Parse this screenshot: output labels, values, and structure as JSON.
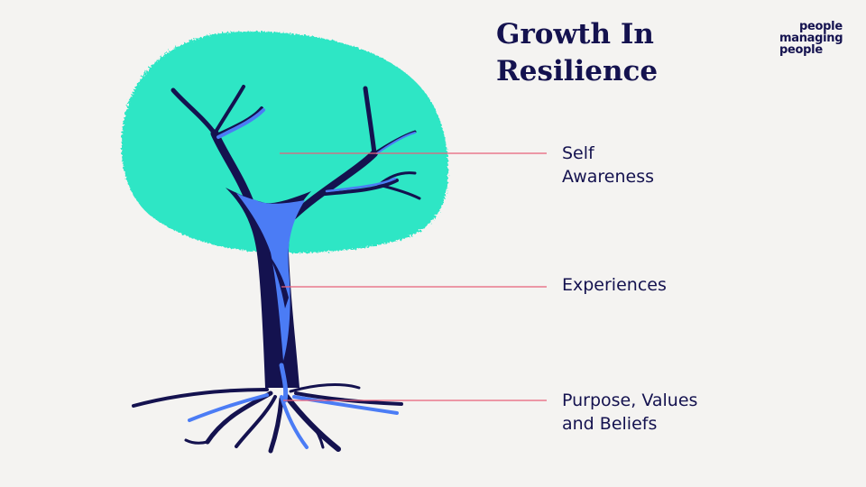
{
  "title": {
    "line1": "Growth In",
    "line2": "Resilience"
  },
  "logo": {
    "line1": "people",
    "line2": "managing",
    "line3": "people"
  },
  "labels": {
    "self_awareness": {
      "line1": "Self",
      "line2": "Awareness"
    },
    "experiences": {
      "line1": "Experiences"
    },
    "purpose": {
      "line1": "Purpose, Values",
      "line2": "and Beliefs"
    }
  },
  "colors": {
    "background": "#f4f3f1",
    "canopy": "#2ee6c5",
    "trunk_dark": "#14124f",
    "trunk_light": "#4b7cf5",
    "pointer_line": "#e8607a",
    "text": "#14124f"
  }
}
